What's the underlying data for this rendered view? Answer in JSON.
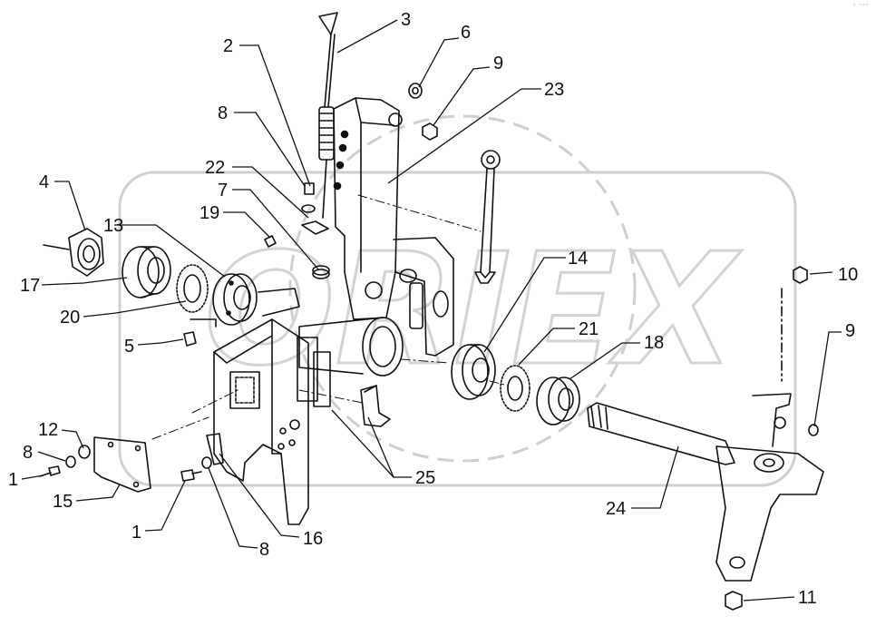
{
  "diagram": {
    "colors": {
      "ink": "#111111",
      "watermark": "#cfcfcf",
      "background": "#ffffff"
    },
    "watermark_text": "ORIEX",
    "corner_mark": "⚬ ∘∘∘",
    "callouts": [
      {
        "id": "c1a",
        "label": "1"
      },
      {
        "id": "c1b",
        "label": "1"
      },
      {
        "id": "c2",
        "label": "2"
      },
      {
        "id": "c3",
        "label": "3"
      },
      {
        "id": "c4",
        "label": "4"
      },
      {
        "id": "c5",
        "label": "5"
      },
      {
        "id": "c6",
        "label": "6"
      },
      {
        "id": "c7",
        "label": "7"
      },
      {
        "id": "c8a",
        "label": "8"
      },
      {
        "id": "c8b",
        "label": "8"
      },
      {
        "id": "c8c",
        "label": "8"
      },
      {
        "id": "c9a",
        "label": "9"
      },
      {
        "id": "c9b",
        "label": "9"
      },
      {
        "id": "c10",
        "label": "10"
      },
      {
        "id": "c11",
        "label": "11"
      },
      {
        "id": "c12",
        "label": "12"
      },
      {
        "id": "c13",
        "label": "13"
      },
      {
        "id": "c14",
        "label": "14"
      },
      {
        "id": "c15",
        "label": "15"
      },
      {
        "id": "c16",
        "label": "16"
      },
      {
        "id": "c17",
        "label": "17"
      },
      {
        "id": "c18",
        "label": "18"
      },
      {
        "id": "c19",
        "label": "19"
      },
      {
        "id": "c20",
        "label": "20"
      },
      {
        "id": "c21",
        "label": "21"
      },
      {
        "id": "c22",
        "label": "22"
      },
      {
        "id": "c23",
        "label": "23"
      },
      {
        "id": "c24",
        "label": "24"
      },
      {
        "id": "c25",
        "label": "25"
      }
    ]
  }
}
